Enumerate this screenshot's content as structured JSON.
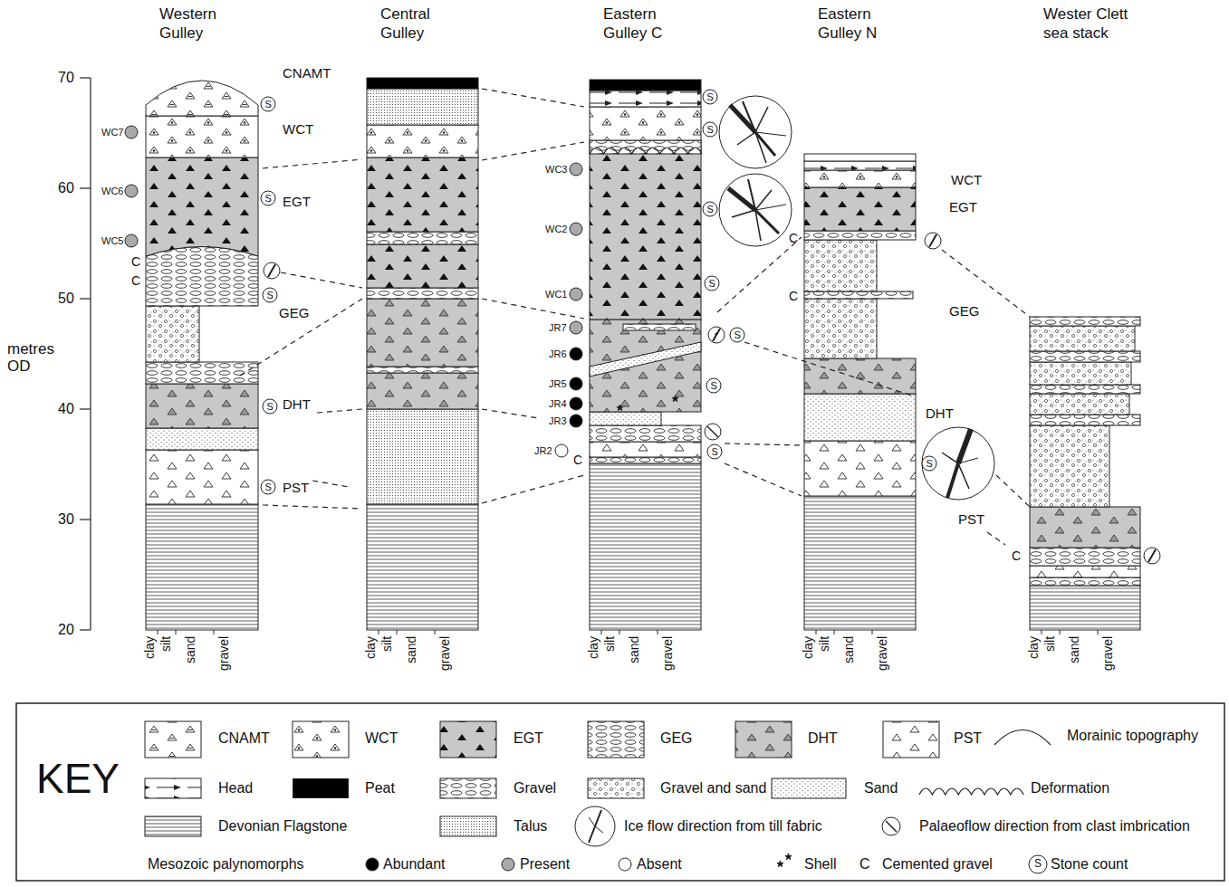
{
  "diagram": {
    "nodes": [
      {
        "text": [
          "Western Gulley"
        ]
      },
      {
        "text": [
          "Central Gulley"
        ]
      },
      {
        "text": [
          "Eastern Gulley C"
        ]
      },
      {
        "text": [
          "Eastern Gulley N"
        ]
      },
      {
        "text": [
          "Wester Clett sea stack"
        ]
      }
    ],
    "labels": [
      "70",
      "60",
      "50",
      "40",
      "30",
      "20",
      "metres OD",
      "CNAMT",
      "WCT",
      "EGT",
      "GEG",
      "DHT",
      "PST",
      "WC7",
      "WC6",
      "WC5",
      "C",
      "C",
      "WC3",
      "WC2",
      "WC1",
      "JR7",
      "JR6",
      "JR5",
      "JR4",
      "JR3",
      "JR2",
      "C",
      "WCT",
      "EGT",
      "GEG",
      "DHT",
      "PST",
      "C",
      "C",
      "C",
      "S",
      "S",
      "S",
      "S",
      "S",
      "S",
      "S",
      "S",
      "S",
      "S",
      "S",
      "S",
      "S",
      "clay",
      "silt",
      "sand",
      "gravel",
      "clay",
      "silt",
      "sand",
      "gravel",
      "clay",
      "silt",
      "sand",
      "gravel",
      "clay",
      "silt",
      "sand",
      "gravel",
      "clay",
      "silt",
      "sand",
      "gravel",
      "KEY",
      "Mesozoic palynomorphs",
      "C",
      "S"
    ],
    "legend": [
      {
        "text": "CNAMT"
      },
      {
        "text": "WCT"
      },
      {
        "text": "EGT"
      },
      {
        "text": "GEG"
      },
      {
        "text": "DHT"
      },
      {
        "text": "PST"
      },
      {
        "text": "Morainic topography"
      },
      {
        "text": "Head"
      },
      {
        "text": "Peat",
        "color": "#000000"
      },
      {
        "text": "Gravel"
      },
      {
        "text": "Gravel and sand"
      },
      {
        "text": "Sand"
      },
      {
        "text": "Deformation"
      },
      {
        "text": "Devonian Flagstone"
      },
      {
        "text": "Talus"
      },
      {
        "text": "Ice flow direction from till fabric"
      },
      {
        "text": "Palaeoflow direction from clast imbrication"
      },
      {
        "text": "Abundant"
      },
      {
        "text": "Present"
      },
      {
        "text": "Absent"
      },
      {
        "text": "Shell"
      },
      {
        "text": "Cemented gravel"
      },
      {
        "text": "Stone count"
      }
    ]
  }
}
